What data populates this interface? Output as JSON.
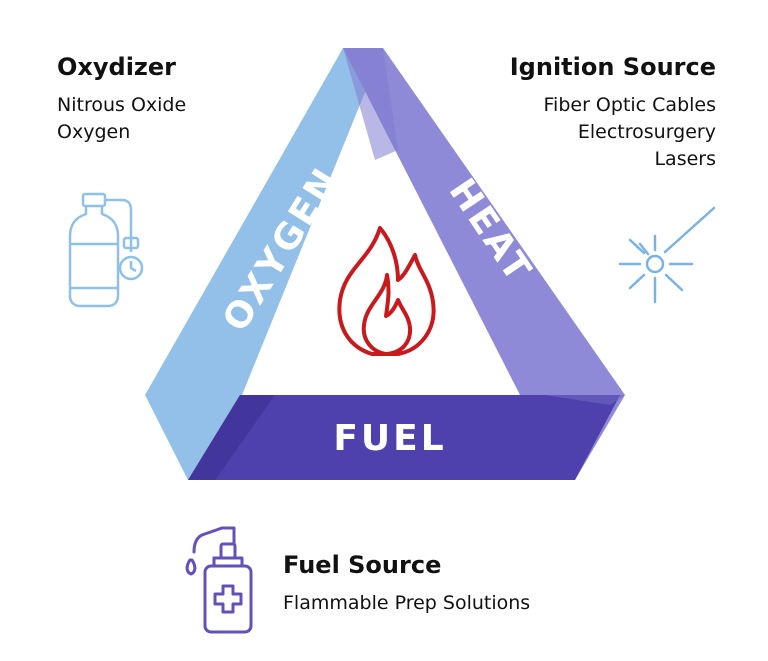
{
  "triangle": {
    "labels": {
      "oxygen": "OXYGEN",
      "heat": "HEAT",
      "fuel": "FUEL"
    },
    "colors": {
      "oxygen_band": "#93c0e9",
      "heat_band": "#8f8ad8",
      "fuel_band": "#4e40ad",
      "flame": "#c8191c",
      "oxygen_icon": "#8fc0ea",
      "laser_icon": "#7ab2e4",
      "bottle_icon": "#6450b8"
    },
    "icons": {
      "center": "flame-icon",
      "oxidizer": "oxygen-tank-icon",
      "ignition": "laser-burst-icon",
      "fuel": "spray-bottle-icon"
    }
  },
  "oxidizer": {
    "title": "Oxydizer",
    "items": [
      "Nitrous Oxide",
      "Oxygen"
    ]
  },
  "ignition": {
    "title": "Ignition Source",
    "items": [
      "Fiber Optic Cables",
      "Electrosurgery",
      "Lasers"
    ]
  },
  "fuel": {
    "title": "Fuel Source",
    "items": [
      "Flammable Prep Solutions"
    ]
  }
}
